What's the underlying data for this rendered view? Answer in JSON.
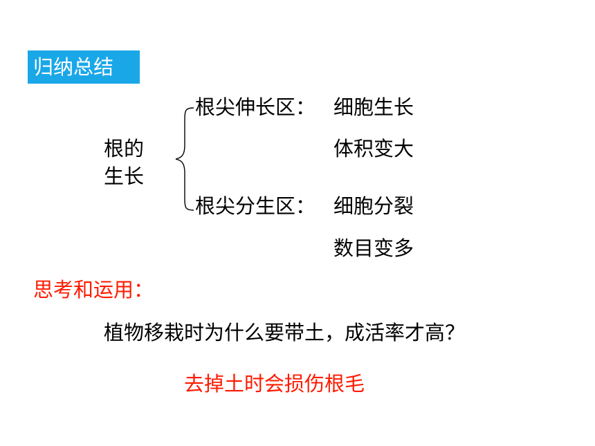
{
  "summary": {
    "title": "归纳总结"
  },
  "root_growth": {
    "label_line1": "根的",
    "label_line2": "生长",
    "branches": [
      {
        "region": "根尖伸长区：",
        "detail_line1": "细胞生长",
        "detail_line2": "体积变大"
      },
      {
        "region": "根尖分生区：",
        "detail_line1": "细胞分裂",
        "detail_line2": "数目变多"
      }
    ]
  },
  "thinking": {
    "heading": "思考和运用：",
    "question": "植物移栽时为什么要带土，成活率才高？",
    "answer": "去掉土时会损伤根毛"
  },
  "colors": {
    "summary_bg": "#1aa7e8",
    "highlight_red": "#ff1a00"
  }
}
